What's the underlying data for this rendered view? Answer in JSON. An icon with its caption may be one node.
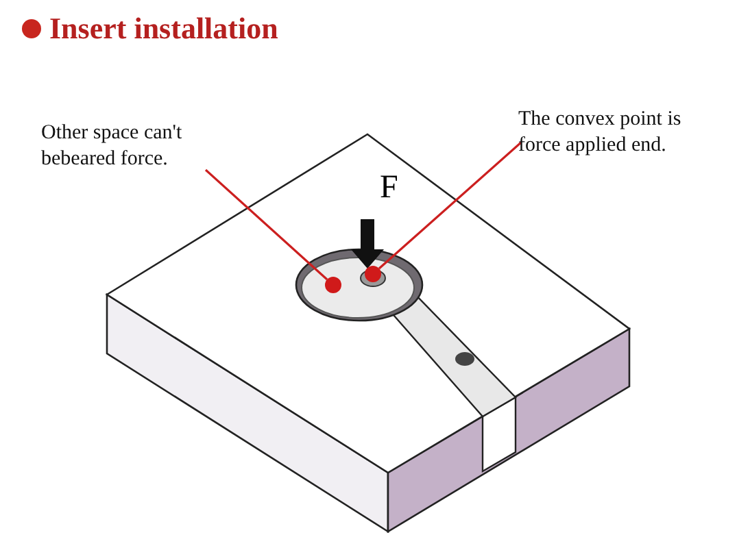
{
  "diagram": {
    "title": "Insert installation",
    "nodes": [
      {
        "text": [
          "Other space can't bebeared force."
        ]
      },
      {
        "text": [
          "The convex point is force applied end."
        ]
      },
      {
        "text": [],
        "shape": "circle"
      },
      {
        "text": [],
        "shape": "circle"
      }
    ],
    "edges": [
      {
        "from": 0,
        "to": 2,
        "arrow": "none",
        "color": "#cc1f1f"
      },
      {
        "from": 1,
        "to": 3,
        "arrow": "none",
        "color": "#cc1f1f"
      }
    ],
    "labels": [
      "F"
    ]
  }
}
